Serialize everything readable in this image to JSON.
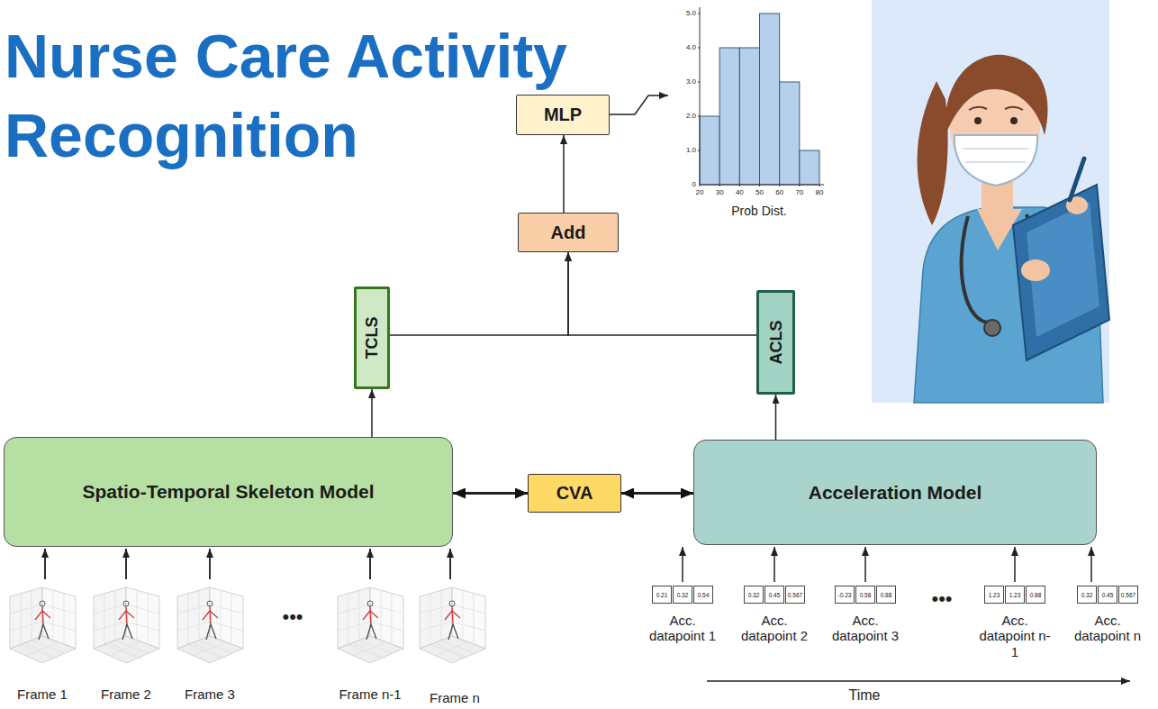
{
  "diagram": {
    "title": "Nurse Care Activity Recognition",
    "nodes": [
      {
        "text": [
          "MLP"
        ]
      },
      {
        "text": [
          "Add"
        ]
      },
      {
        "text": [
          "TCLS"
        ]
      },
      {
        "text": [
          "ACLS"
        ]
      },
      {
        "text": [
          "Spatio-Temporal Skeleton Model"
        ]
      },
      {
        "text": [
          "CVA"
        ]
      },
      {
        "text": [
          "Acceleration Model"
        ]
      }
    ],
    "edges": [
      {
        "from": 1,
        "to": 0,
        "arrow": "to"
      },
      {
        "from": 2,
        "to": 1,
        "arrow": "to"
      },
      {
        "from": 3,
        "to": 1,
        "arrow": "to"
      },
      {
        "from": 4,
        "to": 2,
        "arrow": "to"
      },
      {
        "from": 4,
        "to": 5,
        "arrow": "both"
      },
      {
        "from": 5,
        "to": 6,
        "arrow": "both"
      },
      {
        "from": 6,
        "to": 3,
        "arrow": "to"
      }
    ],
    "labels": [
      "5.0",
      "4.0",
      "3.0",
      "2.0",
      "1.0",
      "0",
      "20",
      "30",
      "40",
      "50",
      "60",
      "70",
      "80",
      "Prob Dist.",
      "Frame 1",
      "Frame 2",
      "Frame 3",
      "Frame n-1",
      "Frame n",
      "•••",
      "0.21",
      "0.32",
      "0.54",
      "0.32",
      "0.45",
      "0.567",
      "-0.23",
      "0.58",
      "0.88",
      "1.23",
      "1.23",
      "0.88",
      "0.32",
      "0.45",
      "0.567",
      "Acc. datapoint 1",
      "Acc. datapoint 2",
      "Acc. datapoint 3",
      "Acc. datapoint n-1",
      "Acc. datapoint n",
      "•••",
      "Time"
    ]
  }
}
